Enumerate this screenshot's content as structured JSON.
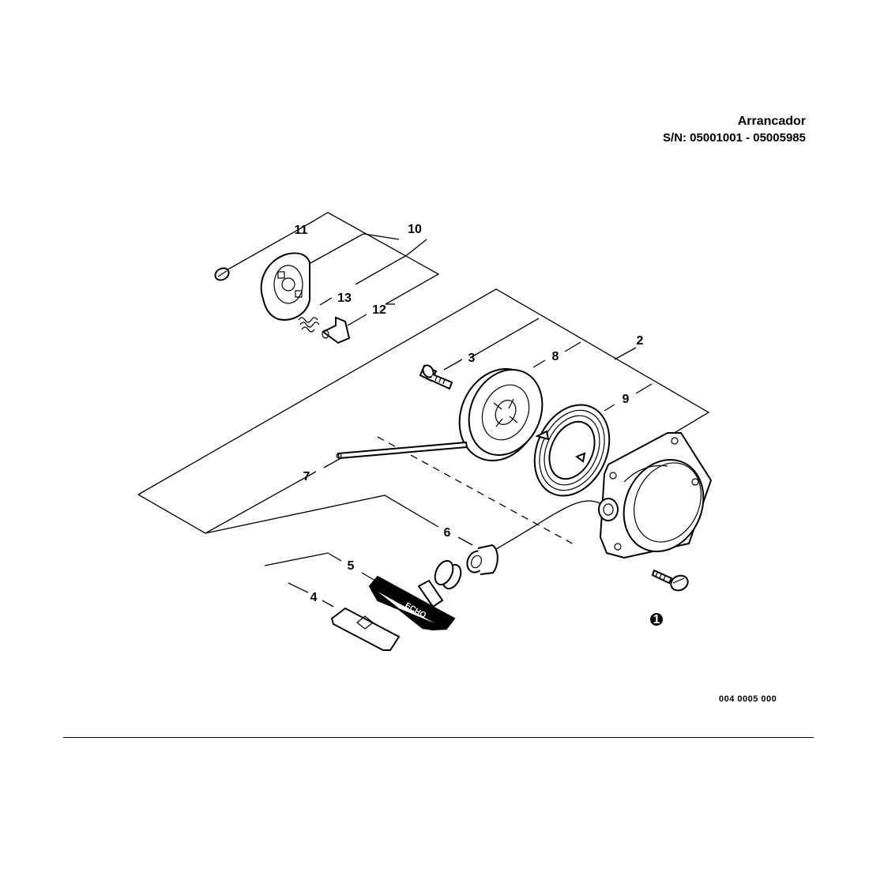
{
  "header": {
    "title": "Arrancador",
    "serial_range": "S/N: 05001001 - 05005985"
  },
  "footer": {
    "doc_code": "004 0005 000"
  },
  "callouts": {
    "c1": "1",
    "c2": "2",
    "c3": "3",
    "c4": "4",
    "c5": "5",
    "c6": "6",
    "c7": "7",
    "c8": "8",
    "c9": "9",
    "c10": "10",
    "c11": "11",
    "c12": "12",
    "c13": "13"
  },
  "handle_logo": "ECHO"
}
